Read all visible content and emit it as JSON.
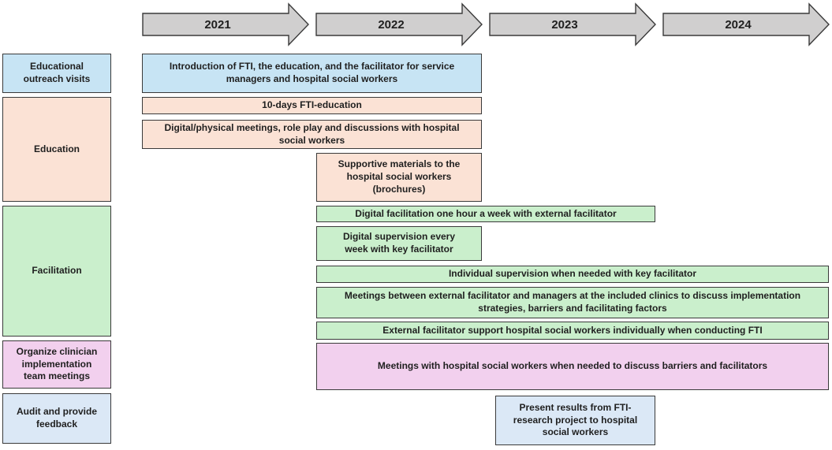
{
  "years": [
    "2021",
    "2022",
    "2023",
    "2024"
  ],
  "categories": {
    "outreach": "Educational outreach visits",
    "education": "Education",
    "facilitation": "Facilitation",
    "organize": "Organize clinician implementation team meetings",
    "audit": "Audit and provide feedback"
  },
  "activities": {
    "intro": "Introduction of FTI, the education, and the facilitator for service managers and hospital social workers",
    "ten_days": "10-days FTI-education",
    "digital_meetings": "Digital/physical meetings, role play and discussions with hospital social workers",
    "supportive": "Supportive materials to the hospital social workers (brochures)",
    "digital_facilitation": "Digital facilitation one hour a week with external facilitator",
    "digital_supervision": "Digital supervision every week with key facilitator",
    "individual_supervision": "Individual supervision when needed with key facilitator",
    "meetings_external": "Meetings between external facilitator and managers at the included clinics to discuss implementation strategies, barriers and facilitating factors",
    "external_support": "External facilitator support hospital social workers individually when conducting FTI",
    "meetings_hsw": "Meetings with hospital social workers when needed to discuss barriers and facilitators",
    "present_results": "Present results from FTI-research project to hospital social workers"
  },
  "colors": {
    "outreach": "#c7e4f4",
    "education": "#fbe2d5",
    "facilitation": "#caefcc",
    "organize": "#f2d0ee",
    "audit": "#dbe8f6",
    "arrow": "#d0cfcf"
  }
}
